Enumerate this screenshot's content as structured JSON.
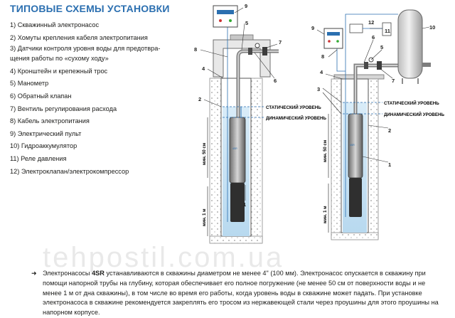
{
  "title": "ТИПОВЫЕ СХЕМЫ УСТАНОВКИ",
  "legend": [
    "1) Скважинный электронасос",
    "2) Хомуты крепления кабеля электропитания",
    "3) Датчики контроля уровня воды для предотвра-",
    "щения работы по «сухому ходу»",
    "4) Кронштейн и крепежный трос",
    "5) Манометр",
    "6) Обратный клапан",
    "7) Вентиль регулирования расхода",
    "8) Кабель электропитания",
    "9) Электрический пульт",
    "10) Гидроаккумулятор",
    "11) Реле давления",
    "12) Электроклапан/электрокомпрессор"
  ],
  "diagram": {
    "static_level": "СТАТИЧЕСКИЙ УРОВЕНЬ",
    "dynamic_level": "ДИНАМИЧЕСКИЙ УРОВЕНЬ",
    "min_50cm": "мин. 50 см",
    "min_1m": "мин. 1 м",
    "panel_label": "",
    "numbers": {
      "n1": "1",
      "n2": "2",
      "n3": "3",
      "n4": "4",
      "n5": "5",
      "n6": "6",
      "n7": "7",
      "n8": "8",
      "n9": "9",
      "n10": "10",
      "n11": "11",
      "n12": "12"
    }
  },
  "watermark": "tehpostil.com.ua",
  "note": {
    "p1": "Электронасосы ",
    "bold": "4SR",
    "p2": " устанавливаются в скважины диаметром не менее 4\" (100 мм). Электронасос опускается в скважину при помощи напорной трубы на глубину, которая обеспечивает его полное погружение (не менее 50 см от поверхности воды и не менее 1 м от дна скважины), в том числе во время его работы, когда уровень воды в скважине может падать. При установке электронасоса в скважине рекомендуется закреплять его тросом из нержавеющей стали через проушины для этого проушины на напорном корпусе."
  }
}
